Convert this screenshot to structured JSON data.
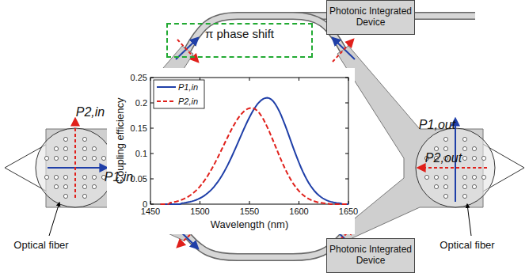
{
  "diagram": {
    "nodes": [
      {
        "text": [
          "π phase shift"
        ]
      },
      {
        "text": [
          "Photonic Integrated Device"
        ]
      },
      {
        "text": [
          "Photonic Integrated Device"
        ]
      }
    ],
    "labels": [
      "P2,in",
      "P1,in",
      "P1,out",
      "P2,out",
      "Optical fiber",
      "Optical fiber",
      "Coupling efficiency",
      "Wavelength (nm)",
      "0",
      "0.05",
      "0.1",
      "0.15",
      "0.2",
      "0.25",
      "1450",
      "1500",
      "1550",
      "1600",
      "1650"
    ],
    "legend": [
      {
        "text": "P1,in"
      },
      {
        "text": "P2,in"
      }
    ]
  }
}
